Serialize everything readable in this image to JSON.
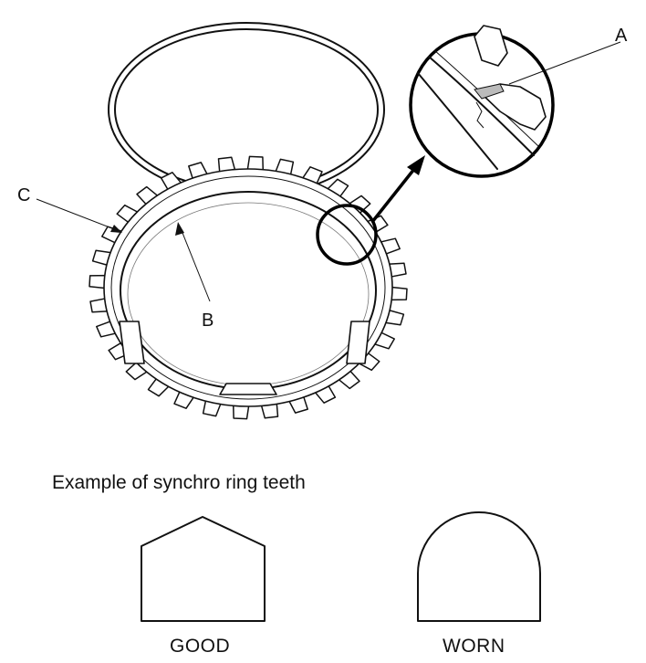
{
  "callouts": {
    "a": "A",
    "b": "B",
    "c": "C"
  },
  "caption": "Example of synchro ring teeth",
  "teeth": {
    "good_label": "GOOD",
    "worn_label": "WORN"
  },
  "colors": {
    "line": "#111111",
    "background": "#ffffff"
  }
}
